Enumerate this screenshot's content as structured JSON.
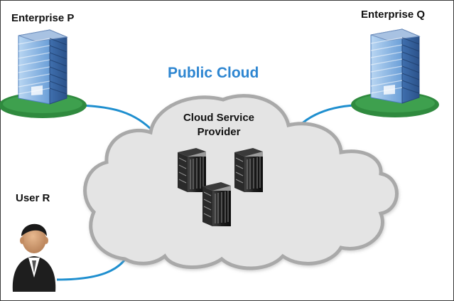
{
  "labels": {
    "enterprise_p": "Enterprise P",
    "enterprise_q": "Enterprise Q",
    "user_r": "User R",
    "public_cloud": "Public Cloud",
    "cloud_service_provider": "Cloud Service Provider"
  },
  "colors": {
    "link": "#1f8fcf",
    "cloud_fill": "#e4e4e4",
    "cloud_stroke": "#a9a9a9",
    "building_glass": "#6fa4dd",
    "ground": "#2f8a3e",
    "public_cloud_text": "#2e86d1"
  },
  "icons": [
    "building-icon",
    "server-rack-icon",
    "user-avatar-icon"
  ]
}
